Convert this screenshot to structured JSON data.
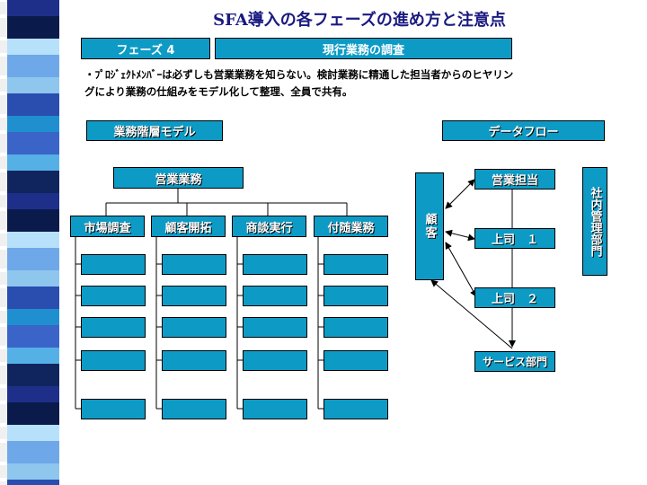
{
  "title": "SFA導入の各フェーズの進め方と注意点",
  "phase": {
    "label": "フェーズ 4",
    "name": "現行業務の調査"
  },
  "description": {
    "line1": "・ﾌﾟﾛｼﾞｪｸﾄﾒﾝﾊﾞｰは必ずしも営業業務を知らない。検討業務に精通した担当者からのヒヤリン",
    "line2": "グにより業務の仕組みをモデル化して整理、全員で共有。"
  },
  "hierarchy": {
    "heading": "業務階層モデル",
    "root": "営業業務",
    "columns": [
      {
        "label": "市場調査"
      },
      {
        "label": "顧客開拓"
      },
      {
        "label": "商談実行"
      },
      {
        "label": "付随業務"
      }
    ],
    "rows_per_column": 5
  },
  "dataflow": {
    "heading": "データフロー",
    "customer": "顧客",
    "sales": "営業担当",
    "boss1": "上司　１",
    "boss2": "上司　２",
    "service": "サービス部門",
    "admin": "社内管理部門"
  },
  "colors": {
    "box_fill": "#0d9bc6",
    "title": "#1a1a80",
    "outline": "#000000"
  }
}
